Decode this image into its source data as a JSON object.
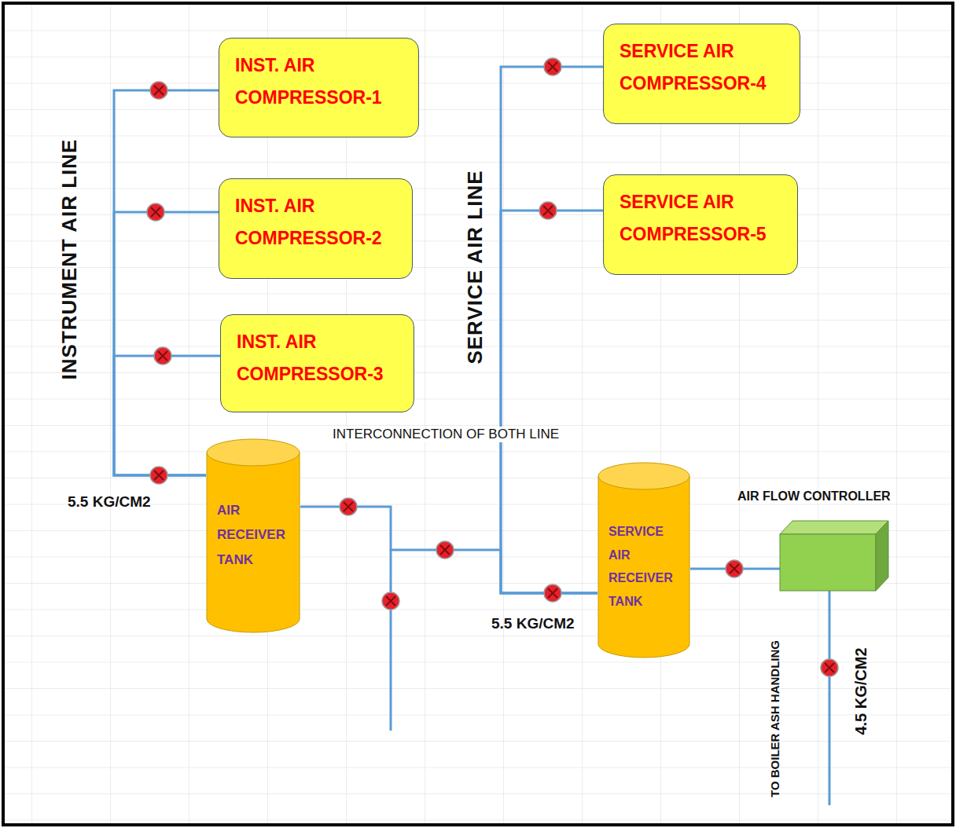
{
  "diagram": {
    "nodes": [
      {
        "text": [
          "INST. AIR COMPRESSOR-1"
        ]
      },
      {
        "text": [
          "INST. AIR COMPRESSOR-2"
        ]
      },
      {
        "text": [
          "INST. AIR COMPRESSOR-3"
        ]
      },
      {
        "text": [
          "SERVICE AIR COMPRESSOR-4"
        ]
      },
      {
        "text": [
          "SERVICE AIR COMPRESSOR-5"
        ]
      },
      {
        "text": [
          "AIR RECEIVER TANK"
        ]
      },
      {
        "text": [
          "SERVICE AIR RECEIVER TANK"
        ]
      },
      {
        "text": [
          "AIR FLOW CONTROLLER"
        ]
      }
    ],
    "edges": [
      {
        "from": 0,
        "to": 5,
        "arrow": "none"
      },
      {
        "from": 1,
        "to": 5,
        "arrow": "none"
      },
      {
        "from": 2,
        "to": 5,
        "arrow": "none"
      },
      {
        "from": 3,
        "to": 6,
        "arrow": "none"
      },
      {
        "from": 4,
        "to": 6,
        "arrow": "none"
      },
      {
        "from": 5,
        "to": 6,
        "arrow": "none"
      },
      {
        "from": 6,
        "to": 7,
        "arrow": "none"
      }
    ],
    "labels": [
      "INSTRUMENT AIR LINE",
      "SERVICE AIR LINE",
      "INTERCONNECTION OF BOTH LINE",
      "5.5 KG/CM2",
      "5.5 KG/CM2",
      "TO BOILER ASH HANDLING",
      "4.5 KG/CM2"
    ]
  }
}
